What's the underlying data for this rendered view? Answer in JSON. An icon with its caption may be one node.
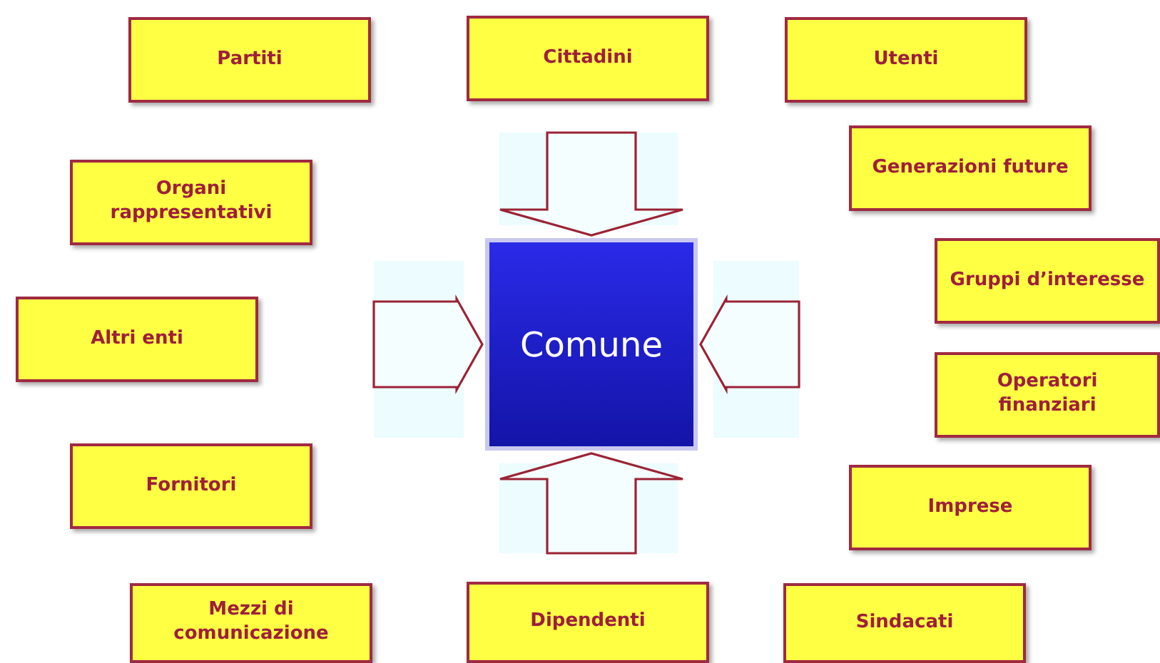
{
  "diagram": {
    "nodes": [
      {
        "text": [
          "Partiti"
        ]
      },
      {
        "text": [
          "Cittadini"
        ]
      },
      {
        "text": [
          "Utenti"
        ]
      },
      {
        "text": [
          "Generazioni future"
        ]
      },
      {
        "text": [
          "Organi rappresentativi"
        ]
      },
      {
        "text": [
          "Comune"
        ]
      },
      {
        "text": [
          "Gruppi d’interesse"
        ]
      },
      {
        "text": [
          "Altri enti"
        ]
      },
      {
        "text": [
          "Operatori finanziari"
        ]
      },
      {
        "text": [
          "Fornitori"
        ]
      },
      {
        "text": [
          "Imprese"
        ]
      },
      {
        "text": [
          "Mezzi di comunicazione"
        ]
      },
      {
        "text": [
          "Dipendenti"
        ]
      },
      {
        "text": [
          "Sindacati"
        ]
      }
    ],
    "edges": [
      {
        "from": null,
        "to": 5,
        "arrow": "to"
      },
      {
        "from": null,
        "to": 5,
        "arrow": "to"
      },
      {
        "from": null,
        "to": 5,
        "arrow": "to"
      },
      {
        "from": null,
        "to": 5,
        "arrow": "to"
      }
    ]
  }
}
